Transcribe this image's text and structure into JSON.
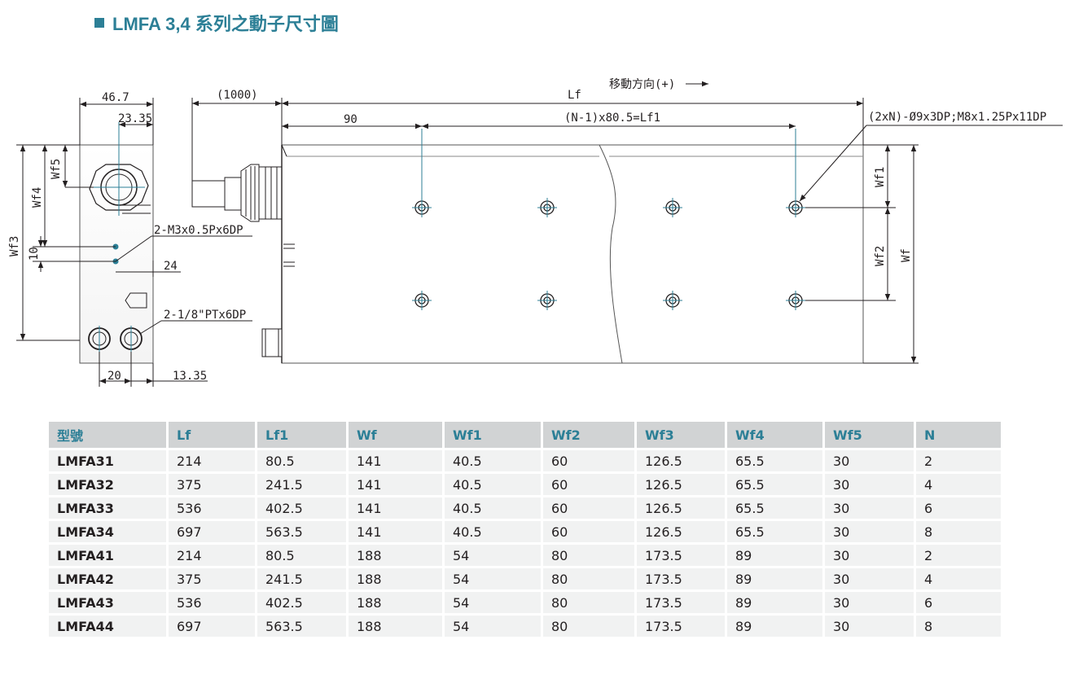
{
  "title": "LMFA 3,4 系列之動子尺寸圖",
  "drawing": {
    "end_view": {
      "width": "46.7",
      "offset_23_35": "23.35",
      "wf5": "Wf5",
      "wf4": "Wf4",
      "wf3": "Wf3",
      "dim_10": "10",
      "hole_callout": "2-M3x0.5Px6DP",
      "dim_24": "24",
      "pt_callout": "2-1/8\"PTx6DP",
      "dim_20": "20",
      "dim_13_35": "13.35"
    },
    "top_view": {
      "cable_length": "(1000)",
      "direction": "移動方向(+)",
      "lf": "Lf",
      "dim_90": "90",
      "pitch": "(N-1)x80.5=Lf1",
      "hole_callout": "(2xN)-Ø9x3DP;M8x1.25Px11DP",
      "wf1": "Wf1",
      "wf2": "Wf2",
      "wf": "Wf"
    }
  },
  "table": {
    "headers": [
      "型號",
      "Lf",
      "Lf1",
      "Wf",
      "Wf1",
      "Wf2",
      "Wf3",
      "Wf4",
      "Wf5",
      "N"
    ],
    "rows": [
      [
        "LMFA31",
        "214",
        "80.5",
        "141",
        "40.5",
        "60",
        "126.5",
        "65.5",
        "30",
        "2"
      ],
      [
        "LMFA32",
        "375",
        "241.5",
        "141",
        "40.5",
        "60",
        "126.5",
        "65.5",
        "30",
        "4"
      ],
      [
        "LMFA33",
        "536",
        "402.5",
        "141",
        "40.5",
        "60",
        "126.5",
        "65.5",
        "30",
        "6"
      ],
      [
        "LMFA34",
        "697",
        "563.5",
        "141",
        "40.5",
        "60",
        "126.5",
        "65.5",
        "30",
        "8"
      ],
      [
        "LMFA41",
        "214",
        "80.5",
        "188",
        "54",
        "80",
        "173.5",
        "89",
        "30",
        "2"
      ],
      [
        "LMFA42",
        "375",
        "241.5",
        "188",
        "54",
        "80",
        "173.5",
        "89",
        "30",
        "4"
      ],
      [
        "LMFA43",
        "536",
        "402.5",
        "188",
        "54",
        "80",
        "173.5",
        "89",
        "30",
        "6"
      ],
      [
        "LMFA44",
        "697",
        "563.5",
        "188",
        "54",
        "80",
        "173.5",
        "89",
        "30",
        "8"
      ]
    ]
  }
}
